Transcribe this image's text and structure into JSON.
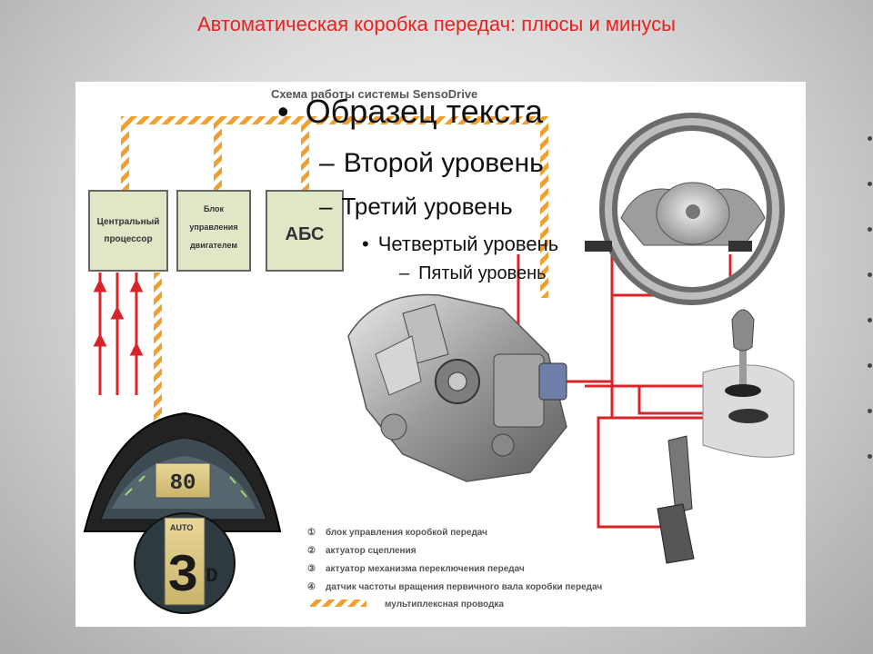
{
  "slide": {
    "title": "Автоматическая коробка передач: плюсы и минусы"
  },
  "diagram": {
    "heading": "Схема работы системы SensoDrive",
    "blocks": {
      "cpu_line1": "Центральный",
      "cpu_line2": "процессор",
      "engine_line1": "Блок",
      "engine_line2": "управления",
      "engine_line3": "двигателем",
      "abs": "АБС"
    },
    "dashboard": {
      "speed": "80",
      "auto_label": "AUTO",
      "gear": "3",
      "gear_sub": "D"
    },
    "legend": [
      {
        "marker": "①",
        "text": "блок управления коробкой передач"
      },
      {
        "marker": "②",
        "text": "актуатор сцепления"
      },
      {
        "marker": "③",
        "text": "актуатор механизма переключения передач"
      },
      {
        "marker": "④",
        "text": "датчик частоты вращения первичного вала коробки передач"
      },
      {
        "marker": "",
        "text": "мультиплексная проводка"
      }
    ],
    "colors": {
      "signal_red": "#d8232a",
      "multiplex_orange": "#f0a030",
      "block_fill": "#dfe7c7",
      "block_border": "#666666"
    }
  },
  "placeholder_bullets": {
    "level1": "Образец текста",
    "level2": "Второй уровень",
    "level3": "Третий уровень",
    "level4": "Четвертый уровень",
    "level5": "Пятый уровень",
    "marker_bullet": "•",
    "marker_dash": "–"
  }
}
